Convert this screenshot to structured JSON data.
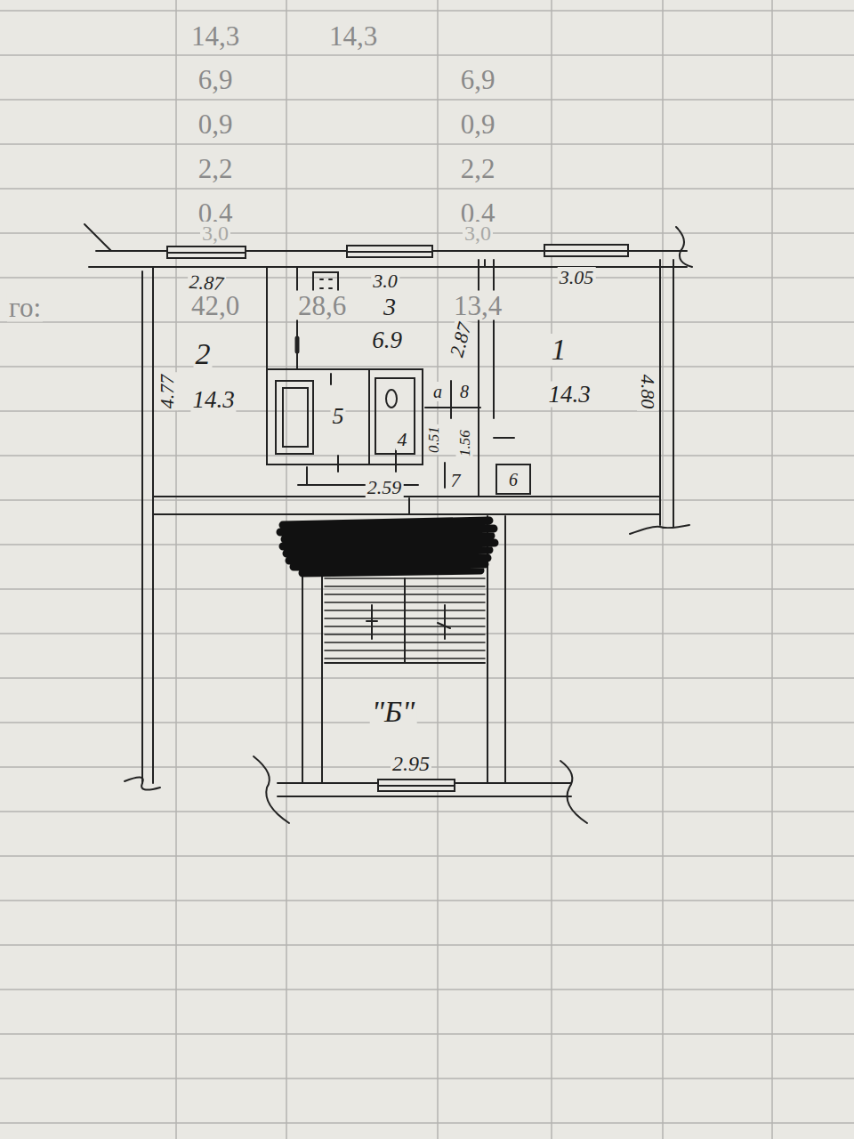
{
  "diagram": {
    "labels": [
      "14,3",
      "14,3",
      "6,9",
      "6,9",
      "0,9",
      "0,9",
      "2,2",
      "2,2",
      "0,4",
      "0,4",
      "3,0",
      "3,0",
      "го:",
      "42,0",
      "28,6",
      "13,4",
      "2.87",
      "3.0",
      "3.05",
      "2",
      "14.3",
      "4.77",
      "3",
      "6.9",
      "2.87",
      "1",
      "14.3",
      "4.80",
      "a",
      "8",
      "5",
      "4",
      "0.51",
      "1.56",
      "2.59",
      "7",
      "6",
      "\"Б\"",
      "2.95"
    ]
  }
}
